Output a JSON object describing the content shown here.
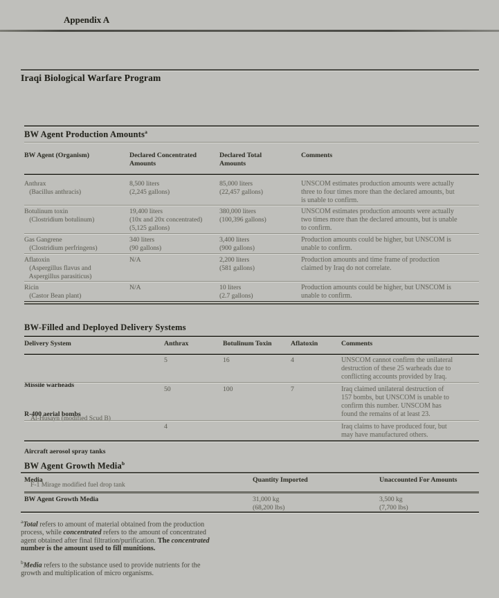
{
  "page": {
    "appendix_label": "Appendix A",
    "title": "Iraqi Biological Warfare Program"
  },
  "production_table": {
    "title": "BW Agent Production Amounts",
    "title_sup": "a",
    "headers": {
      "agent": "BW Agent (Organism)",
      "concentrated": "Declared Concentrated\nAmounts",
      "total": "Declared Total\nAmounts",
      "comments": "Comments"
    },
    "rows": [
      {
        "agent": "Anthrax\n   (Bacillus anthracis)",
        "concentrated": "8,500 liters\n(2,245 gallons)",
        "total": "85,000 liters\n(22,457 gallons)",
        "comments": "UNSCOM estimates production amounts were actually\nthree to four times more than the declared amounts, but\nis unable to confirm."
      },
      {
        "agent": "Botulinum toxin\n   (Clostridium botulinum)",
        "concentrated": "19,400 liters\n(10x and 20x concentrated)\n(5,125 gallons)",
        "total": "380,000 liters\n(100,396 gallons)",
        "comments": "UNSCOM estimates production amounts were actually\ntwo times more than the declared amounts, but is unable\nto confirm."
      },
      {
        "agent": "Gas Gangrene\n   (Clostridium perfringens)",
        "concentrated": "340 liters\n(90 gallons)",
        "total": "3,400 liters\n(900 gallons)",
        "comments": "Production amounts could be higher, but UNSCOM is\nunable to confirm."
      },
      {
        "agent": "Aflatoxin\n   (Aspergillus flavus and\n   Aspergillus parasiticus)",
        "concentrated": "N/A",
        "total": "2,200 liters\n(581 gallons)",
        "comments": "Production amounts and time frame of production\nclaimed by Iraq do not correlate."
      },
      {
        "agent": "Ricin\n   (Castor Bean plant)",
        "concentrated": "N/A",
        "total": "10 liters\n(2.7 gallons)",
        "comments": "Production amounts could be higher, but UNSCOM is\nunable to confirm."
      }
    ]
  },
  "delivery_table": {
    "title": "BW-Filled and Deployed Delivery Systems",
    "headers": {
      "system": "Delivery System",
      "anthrax": "Anthrax",
      "botulinum": "Botulinum Toxin",
      "aflatoxin": "Aflatoxin",
      "comments": "Comments"
    },
    "rows": [
      {
        "name": "Missile warheads",
        "sub": "Al-Husayn (modified Scud B)",
        "anthrax": "5",
        "botulinum": "16",
        "aflatoxin": "4",
        "comments": "UNSCOM cannot confirm the unilateral\ndestruction of these 25 warheads due to\nconflicting accounts provided by Iraq."
      },
      {
        "name": "R-400 aerial bombs",
        "sub": "",
        "anthrax": "50",
        "botulinum": "100",
        "aflatoxin": "7",
        "comments": "Iraq claimed unilateral destruction of\n157 bombs, but UNSCOM is unable to\nconfirm this number. UNSCOM has\nfound the remains of at least 23."
      },
      {
        "name": "Aircraft aerosol spray tanks",
        "sub": "F-1 Mirage modified fuel drop tank",
        "anthrax": "4",
        "botulinum": "",
        "aflatoxin": "",
        "comments": "Iraq claims to have produced four, but\nmay have manufactured others."
      }
    ]
  },
  "growth_table": {
    "title": "BW Agent Growth Media",
    "title_sup": "b",
    "headers": {
      "media": "Media",
      "quantity": "Quantity Imported",
      "unaccounted": "Unaccounted For Amounts"
    },
    "rows": [
      {
        "media": "BW Agent Growth Media",
        "quantity": "31,000 kg\n(68,200 lbs)",
        "unaccounted": "3,500 kg\n(7,700 lbs)"
      }
    ]
  },
  "footnotes": {
    "a": {
      "marker": "a",
      "s1": "Total",
      "s2": " refers to amount of material obtained from the production\nprocess, while ",
      "s3": "concentrated",
      "s4": " refers to the amount of concentrated\nagent obtained after final filtration/purification. ",
      "s5": "The ",
      "s6": "concentrated",
      "s7": "\nnumber is the amount used to fill munitions."
    },
    "b": {
      "marker": "b",
      "s1": "Media",
      "s2": " refers to the substance used to provide nutrients for the\ngrowth and multiplication of micro organisms."
    }
  },
  "colors": {
    "paper": "#bfbfbb",
    "ink_strong": "#26261f",
    "ink_body": "#67675e",
    "rule_dark": "#45453f"
  }
}
